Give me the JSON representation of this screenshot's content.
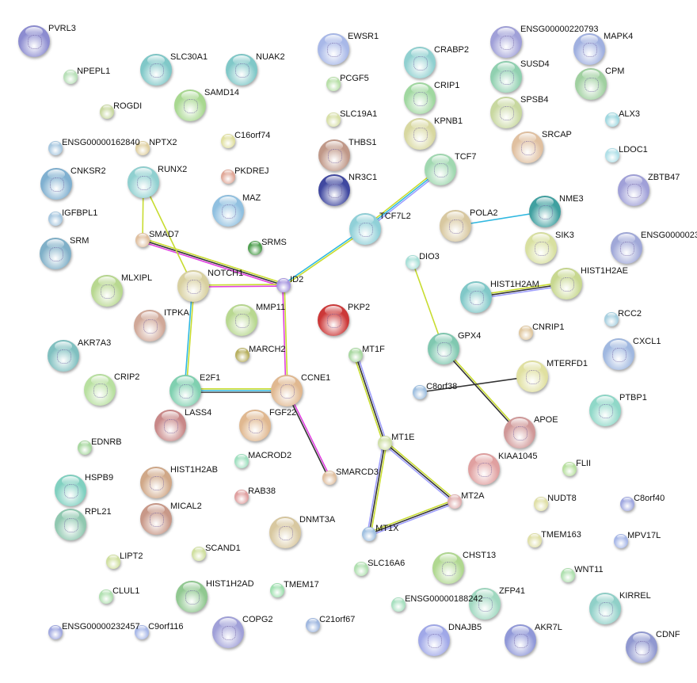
{
  "title": "Protein interaction network",
  "nodes": [
    {
      "id": "PVRL3",
      "color": "#8c8cd0",
      "structure": true
    },
    {
      "id": "NPEPL1",
      "color": "#b8e0b8",
      "structure": false
    },
    {
      "id": "SLC30A1",
      "color": "#80c8c8",
      "structure": true
    },
    {
      "id": "NUAK2",
      "color": "#80c8c8",
      "structure": true
    },
    {
      "id": "SAMD14",
      "color": "#a8d890",
      "structure": true
    },
    {
      "id": "ROGDI",
      "color": "#c8d8a0",
      "structure": false
    },
    {
      "id": "ENSG00000162840",
      "color": "#a8c8e0",
      "structure": false
    },
    {
      "id": "NPTX2",
      "color": "#e0d0a0",
      "structure": false
    },
    {
      "id": "C16orf74",
      "color": "#e0e0a0",
      "structure": false
    },
    {
      "id": "CNKSR2",
      "color": "#80b0d0",
      "structure": true
    },
    {
      "id": "RUNX2",
      "color": "#90d0d0",
      "structure": true
    },
    {
      "id": "PKDREJ",
      "color": "#e0a898",
      "structure": false
    },
    {
      "id": "MAZ",
      "color": "#90c0e0",
      "structure": true
    },
    {
      "id": "IGFBPL1",
      "color": "#a8c8e0",
      "structure": false
    },
    {
      "id": "SMAD7",
      "color": "#e0c0a0",
      "structure": false
    },
    {
      "id": "SRMS",
      "color": "#50a050",
      "structure": false
    },
    {
      "id": "SRM",
      "color": "#80b0c8",
      "structure": true
    },
    {
      "id": "NOTCH1",
      "color": "#d8d0a0",
      "structure": true
    },
    {
      "id": "ID2",
      "color": "#a898e0",
      "structure": false
    },
    {
      "id": "MLXIPL",
      "color": "#b8d890",
      "structure": true
    },
    {
      "id": "ITPKA",
      "color": "#d0a898",
      "structure": true
    },
    {
      "id": "MMP11",
      "color": "#b8d890",
      "structure": true
    },
    {
      "id": "PKP2",
      "color": "#cc3838",
      "structure": true
    },
    {
      "id": "AKR7A3",
      "color": "#80c0c0",
      "structure": true
    },
    {
      "id": "MARCH2",
      "color": "#b8b060",
      "structure": false
    },
    {
      "id": "MT1F",
      "color": "#a8d8a0",
      "structure": false
    },
    {
      "id": "GPX4",
      "color": "#80c8b0",
      "structure": true
    },
    {
      "id": "CNRIP1",
      "color": "#e0c8a0",
      "structure": false
    },
    {
      "id": "CXCL1",
      "color": "#a0b8e0",
      "structure": true
    },
    {
      "id": "RCC2",
      "color": "#a8d0e0",
      "structure": false
    },
    {
      "id": "CRIP2",
      "color": "#b8e0a0",
      "structure": true
    },
    {
      "id": "E2F1",
      "color": "#80d0b0",
      "structure": true
    },
    {
      "id": "CCNE1",
      "color": "#e0b890",
      "structure": true
    },
    {
      "id": "MTERFD1",
      "color": "#e0e0a0",
      "structure": true
    },
    {
      "id": "C8orf38",
      "color": "#a0c0e0",
      "structure": false
    },
    {
      "id": "PTBP1",
      "color": "#90d8c8",
      "structure": true
    },
    {
      "id": "LASS4",
      "color": "#c88888",
      "structure": true
    },
    {
      "id": "FGF22",
      "color": "#e0b890",
      "structure": true
    },
    {
      "id": "APOE",
      "color": "#d09898",
      "structure": true
    },
    {
      "id": "KIAA1045",
      "color": "#e0a0a0",
      "structure": true
    },
    {
      "id": "EDNRB",
      "color": "#a8d8a0",
      "structure": false
    },
    {
      "id": "MT1E",
      "color": "#d0e0a8",
      "structure": false
    },
    {
      "id": "FLII",
      "color": "#b8e0a0",
      "structure": false
    },
    {
      "id": "MACROD2",
      "color": "#a0e0c0",
      "structure": false
    },
    {
      "id": "HSPB9",
      "color": "#80d0c0",
      "structure": true
    },
    {
      "id": "HIST1H2AB",
      "color": "#d0a888",
      "structure": true
    },
    {
      "id": "SMARCD3",
      "color": "#e0c0a0",
      "structure": false
    },
    {
      "id": "RAB38",
      "color": "#e0a0a0",
      "structure": false
    },
    {
      "id": "MT2A",
      "color": "#e0b0b0",
      "structure": false
    },
    {
      "id": "NUDT8",
      "color": "#e0e0a8",
      "structure": false
    },
    {
      "id": "C8orf40",
      "color": "#a0a8e0",
      "structure": false
    },
    {
      "id": "RPL21",
      "color": "#90c8b0",
      "structure": true
    },
    {
      "id": "MICAL2",
      "color": "#c89888",
      "structure": true
    },
    {
      "id": "DNMT3A",
      "color": "#d8c8a0",
      "structure": true
    },
    {
      "id": "MT1X",
      "color": "#a0c0e0",
      "structure": false
    },
    {
      "id": "TMEM163",
      "color": "#e0e0a8",
      "structure": false
    },
    {
      "id": "MPV17L",
      "color": "#a8b8e8",
      "structure": false
    },
    {
      "id": "LIPT2",
      "color": "#d0e0a0",
      "structure": false
    },
    {
      "id": "SCAND1",
      "color": "#d0e0a0",
      "structure": false
    },
    {
      "id": "SLC16A6",
      "color": "#b0e0b0",
      "structure": false
    },
    {
      "id": "CHST13",
      "color": "#b0d890",
      "structure": true
    },
    {
      "id": "WNT11",
      "color": "#b0e0b0",
      "structure": false
    },
    {
      "id": "CLUL1",
      "color": "#b0e0b0",
      "structure": false
    },
    {
      "id": "HIST1H2AD",
      "color": "#90c890",
      "structure": true
    },
    {
      "id": "TMEM17",
      "color": "#a0e0b0",
      "structure": false
    },
    {
      "id": "ENSG00000188242",
      "color": "#a8e0c0",
      "structure": false
    },
    {
      "id": "ZFP41",
      "color": "#a0d8c0",
      "structure": true
    },
    {
      "id": "KIRREL",
      "color": "#90d0c8",
      "structure": true
    },
    {
      "id": "ENSG00000232457",
      "color": "#a0a8e0",
      "structure": false
    },
    {
      "id": "C9orf116",
      "color": "#a8b8e8",
      "structure": false
    },
    {
      "id": "COPG2",
      "color": "#a0a0d8",
      "structure": true
    },
    {
      "id": "C21orf67",
      "color": "#a0b8e0",
      "structure": false
    },
    {
      "id": "DNAJB5",
      "color": "#a0a8e8",
      "structure": true
    },
    {
      "id": "AKR7L",
      "color": "#9098d8",
      "structure": true
    },
    {
      "id": "CDNF",
      "color": "#9098d0",
      "structure": true
    },
    {
      "id": "EWSR1",
      "color": "#a8b8e8",
      "structure": true
    },
    {
      "id": "PCGF5",
      "color": "#b8e0a8",
      "structure": false
    },
    {
      "id": "SLC19A1",
      "color": "#d8e0a8",
      "structure": false
    },
    {
      "id": "THBS1",
      "color": "#c09888",
      "structure": true
    },
    {
      "id": "NR3C1",
      "color": "#4048a0",
      "structure": true
    },
    {
      "id": "CRABP2",
      "color": "#90d0d0",
      "structure": true
    },
    {
      "id": "CRIP1",
      "color": "#a0d8a0",
      "structure": true
    },
    {
      "id": "KPNB1",
      "color": "#d8d8a0",
      "structure": true
    },
    {
      "id": "TCF7",
      "color": "#a0d8b0",
      "structure": true
    },
    {
      "id": "TCF7L2",
      "color": "#90d0d8",
      "structure": true
    },
    {
      "id": "POLA2",
      "color": "#d8c8a0",
      "structure": true
    },
    {
      "id": "NME3",
      "color": "#40a0a0",
      "structure": true
    },
    {
      "id": "SIK3",
      "color": "#d8e0a0",
      "structure": true
    },
    {
      "id": "DIO3",
      "color": "#a8e0d8",
      "structure": false
    },
    {
      "id": "HIST1H2AM",
      "color": "#80c8c8",
      "structure": true
    },
    {
      "id": "HIST1H2AE",
      "color": "#c8d890",
      "structure": true
    },
    {
      "id": "ENSG00000220793",
      "color": "#a0a0d8",
      "structure": true
    },
    {
      "id": "MAPK4",
      "color": "#a0b0e0",
      "structure": true
    },
    {
      "id": "SUSD4",
      "color": "#90d0b0",
      "structure": true
    },
    {
      "id": "CPM",
      "color": "#a0d0a0",
      "structure": true
    },
    {
      "id": "SPSB4",
      "color": "#c8d8a0",
      "structure": true
    },
    {
      "id": "SRCAP",
      "color": "#e0c0a0",
      "structure": true
    },
    {
      "id": "ALX3",
      "color": "#a0d8e0",
      "structure": false
    },
    {
      "id": "LDOC1",
      "color": "#b0e0e8",
      "structure": false
    },
    {
      "id": "ZBTB47",
      "color": "#a0a0d8",
      "structure": true
    },
    {
      "id": "ENSG0000023",
      "color": "#a0a8d8",
      "structure": true
    }
  ],
  "edges": [
    {
      "from": "SMAD7",
      "to": "ID2",
      "evidence": [
        "#c8dc30",
        "#333333",
        "#e040e0"
      ]
    },
    {
      "from": "RUNX2",
      "to": "SMAD7",
      "evidence": [
        "#c8dc30"
      ]
    },
    {
      "from": "RUNX2",
      "to": "NOTCH1",
      "evidence": [
        "#c8dc30"
      ]
    },
    {
      "from": "NOTCH1",
      "to": "ID2",
      "evidence": [
        "#c8dc30",
        "#e040e0"
      ]
    },
    {
      "from": "NOTCH1",
      "to": "E2F1",
      "evidence": [
        "#c8dc30",
        "#30b8e0"
      ]
    },
    {
      "from": "E2F1",
      "to": "CCNE1",
      "evidence": [
        "#c8dc30",
        "#30b8e0",
        "#555555"
      ]
    },
    {
      "from": "ID2",
      "to": "CCNE1",
      "evidence": [
        "#c8dc30",
        "#e040e0"
      ]
    },
    {
      "from": "ID2",
      "to": "TCF7L2",
      "evidence": [
        "#30b8e0",
        "#c8dc30"
      ]
    },
    {
      "from": "TCF7L2",
      "to": "TCF7",
      "evidence": [
        "#c8dc30",
        "#30b8e0",
        "#9f9fff"
      ]
    },
    {
      "from": "CCNE1",
      "to": "SMARCD3",
      "evidence": [
        "#e040e0",
        "#333333"
      ]
    },
    {
      "from": "POLA2",
      "to": "NME3",
      "evidence": [
        "#30b8e0"
      ]
    },
    {
      "from": "DIO3",
      "to": "GPX4",
      "evidence": [
        "#c8dc30"
      ]
    },
    {
      "from": "GPX4",
      "to": "APOE",
      "evidence": [
        "#c8dc30",
        "#333333"
      ]
    },
    {
      "from": "C8orf38",
      "to": "MTERFD1",
      "evidence": [
        "#333333"
      ]
    },
    {
      "from": "HIST1H2AM",
      "to": "HIST1H2AE",
      "evidence": [
        "#c8dc30",
        "#333333",
        "#9f9fff"
      ]
    },
    {
      "from": "MT1F",
      "to": "MT1E",
      "evidence": [
        "#9f9fff",
        "#333333",
        "#c8dc30"
      ]
    },
    {
      "from": "MT1E",
      "to": "MT2A",
      "evidence": [
        "#c8dc30",
        "#333333",
        "#9f9fff"
      ]
    },
    {
      "from": "MT1E",
      "to": "MT1X",
      "evidence": [
        "#c8dc30",
        "#333333",
        "#9f9fff"
      ]
    },
    {
      "from": "MT1X",
      "to": "MT2A",
      "evidence": [
        "#c8dc30",
        "#333333",
        "#9f9fff"
      ]
    }
  ]
}
